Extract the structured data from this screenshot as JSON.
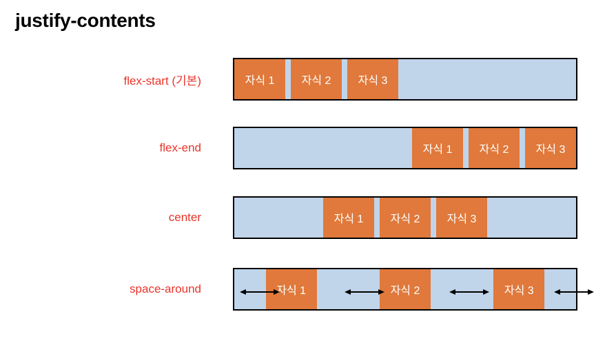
{
  "slide": {
    "title": "justify-contents",
    "background_color": "#FFFFFF"
  },
  "theme": {
    "label_color": "#E8342A",
    "container_fill": "#C0D4EA",
    "container_border": "#000000",
    "item_fill": "#E0793B",
    "item_text_color": "#FFFFFF",
    "arrow_color": "#000000",
    "title_color": "#000000"
  },
  "rows": [
    {
      "label": "flex-start (기본)",
      "justify_content": "flex-start",
      "show_gap_arrows": false,
      "items": [
        {
          "label": "자식 1"
        },
        {
          "label": "자식 2"
        },
        {
          "label": "자식 3"
        }
      ]
    },
    {
      "label": "flex-end",
      "justify_content": "flex-end",
      "show_gap_arrows": false,
      "items": [
        {
          "label": "자식 1"
        },
        {
          "label": "자식 2"
        },
        {
          "label": "자식 3"
        }
      ]
    },
    {
      "label": "center",
      "justify_content": "center",
      "show_gap_arrows": false,
      "items": [
        {
          "label": "자식 1"
        },
        {
          "label": "자식 2"
        },
        {
          "label": "자식 3"
        }
      ]
    },
    {
      "label": "space-around",
      "justify_content": "space-around",
      "show_gap_arrows": true,
      "items": [
        {
          "label": "자식 1"
        },
        {
          "label": "자식 2"
        },
        {
          "label": "자식 3"
        }
      ]
    }
  ]
}
